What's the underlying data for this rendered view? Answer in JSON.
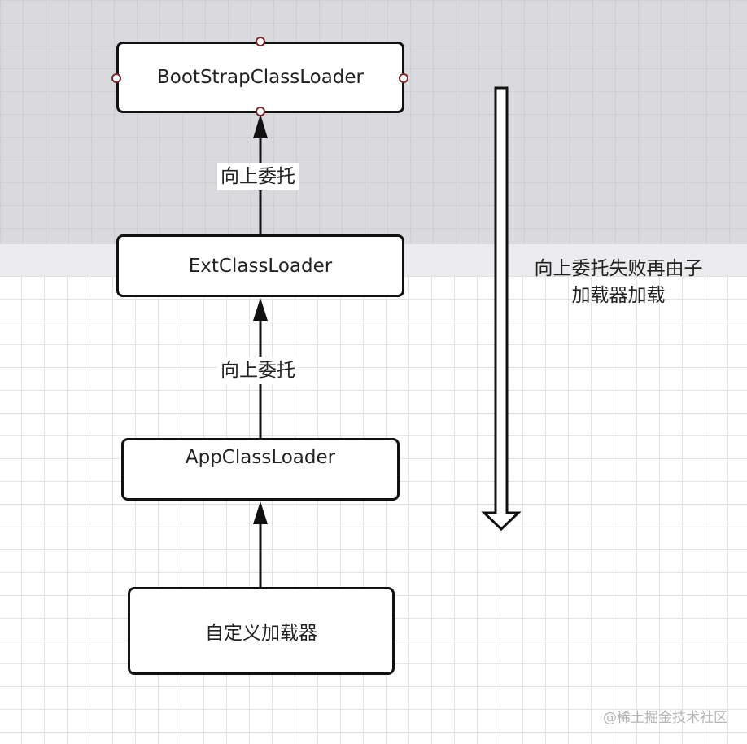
{
  "nodes": {
    "bootstrap": "BootStrapClassLoader",
    "ext": "ExtClassLoader",
    "app": "AppClassLoader",
    "custom": "自定义加载器"
  },
  "edges": {
    "ext_to_bootstrap": "向上委托",
    "app_to_ext": "向上委托"
  },
  "side_note": {
    "line1": "向上委托失败再由子",
    "line2": "加载器加载"
  },
  "watermark": "@稀土掘金技术社区"
}
